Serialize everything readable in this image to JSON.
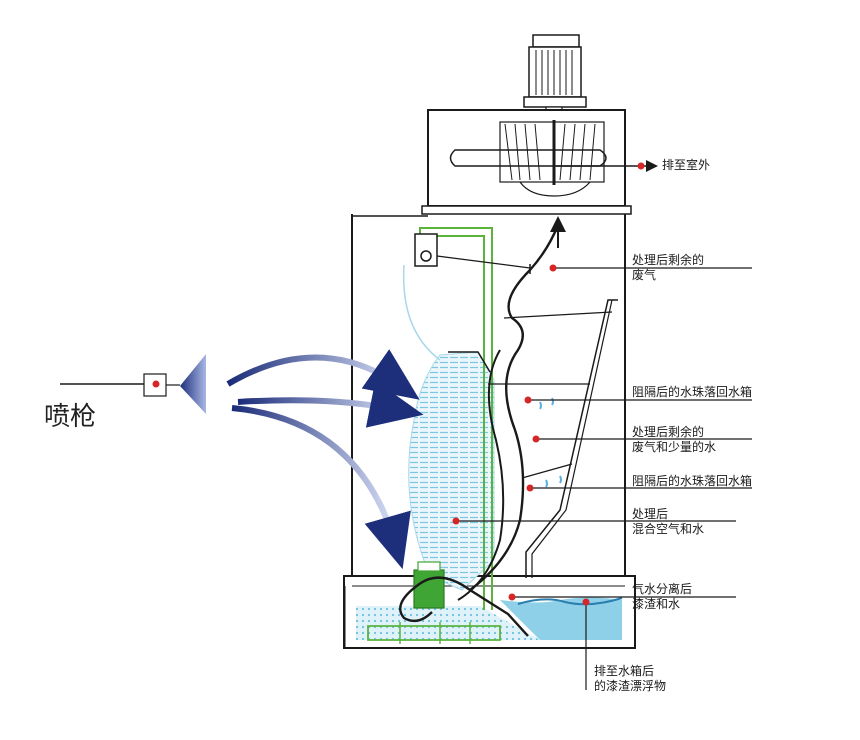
{
  "labels": {
    "spray_gun": "喷枪",
    "exhaust_outdoor": "排至室外",
    "residual_gas_1": "处理后剩余的",
    "residual_gas_2": "废气",
    "blocked_drops_1": "阻隔后的水珠落回水箱",
    "residual_mix_1": "处理后剩余的",
    "residual_mix_2": "废气和少量的水",
    "blocked_drops_2": "阻隔后的水珠落回水箱",
    "treated_1": "处理后",
    "treated_2": "混合空气和水",
    "separation_1": "气水分离后",
    "separation_2": "漆渣和水",
    "floating_1": "排至水箱后",
    "floating_2": "的漆渣漂浮物"
  },
  "colors": {
    "outline": "#1a1a1a",
    "water": "#9fd6ea",
    "pipe_green": "#5ab43c",
    "pump_green": "#3fa535",
    "airflow_blue": "#2c3e8c",
    "marker_red": "#d62728"
  }
}
